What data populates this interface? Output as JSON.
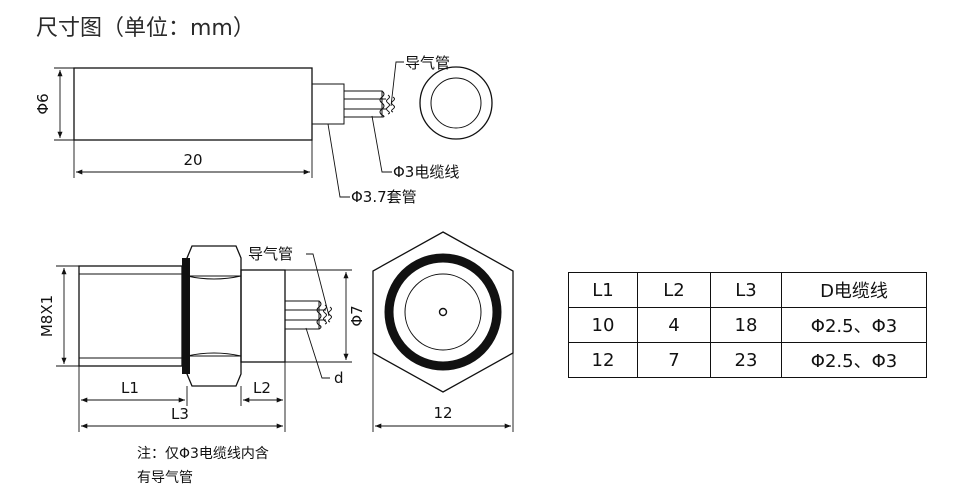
{
  "title": "尺寸图（单位：mm）",
  "top_view": {
    "dim_diameter": "Φ6",
    "dim_length": "20",
    "label_air_tube": "导气管",
    "label_cable": "Φ3电缆线",
    "label_sleeve": "Φ3.7套管"
  },
  "bottom_view": {
    "dim_thread": "M8X1",
    "dim_L1": "L1",
    "dim_L2": "L2",
    "dim_L3": "L3",
    "dim_phi7": "Φ7",
    "label_air_tube": "导气管",
    "label_d": "d",
    "dim_hex": "12"
  },
  "note": {
    "line1": "注：仅Φ3电缆线内含",
    "line2": "有导气管"
  },
  "table": {
    "headers": [
      "L1",
      "L2",
      "L3",
      "D电缆线"
    ],
    "rows": [
      [
        "10",
        "4",
        "18",
        "Φ2.5、Φ3"
      ],
      [
        "12",
        "7",
        "23",
        "Φ2.5、Φ3"
      ]
    ]
  }
}
